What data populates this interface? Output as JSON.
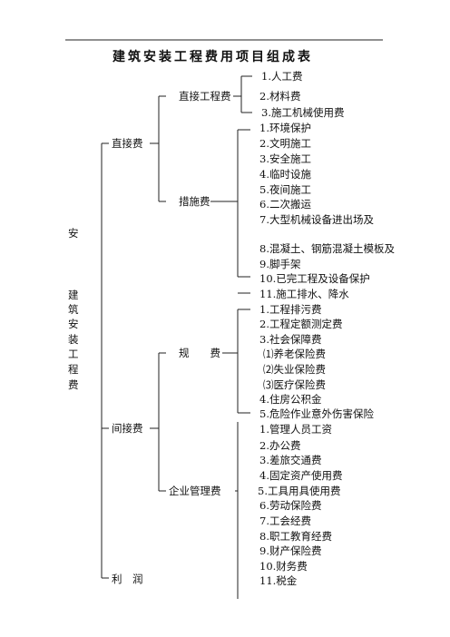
{
  "title": "建筑安装工程费用项目组成表",
  "root": {
    "top_char": "安",
    "chars": [
      "建",
      "筑",
      "安",
      "装",
      "工",
      "程",
      "费"
    ]
  },
  "level1": {
    "direct": "直接费",
    "indirect": "间接费",
    "profit": "利　润"
  },
  "level2": {
    "direct_engineering": "直接工程费",
    "measures": "措施费",
    "fees": "规　　费",
    "management": "企业管理费"
  },
  "direct_engineering_items": [
    "1.人工费",
    "2.材料费",
    "3.施工机械使用费"
  ],
  "measures_items": [
    "1.环境保护",
    "2.文明施工",
    "3.安全施工",
    "4.临时设施",
    "5.夜间施工",
    "6.二次搬运",
    "7.大型机械设备进出场及",
    "8.混凝土、钢筋混凝土模板及",
    "9.脚手架",
    "10.已完工程及设备保护",
    "11.施工排水、降水"
  ],
  "fees_items": [
    "1.工程排污费",
    "2.工程定额测定费",
    "3.社会保障费",
    "⑴养老保险费",
    "⑵失业保险费",
    "⑶医疗保险费",
    "4.住房公积金",
    "5.危险作业意外伤害保险"
  ],
  "management_items": [
    "1.管理人员工资",
    "2.办公费",
    "3.差旅交通费",
    "4.固定资产使用费",
    "5.工具用具使用费",
    "6.劳动保险费",
    "7.工会经费",
    "8.职工教育经费",
    "9.财产保险费",
    "10.财务费",
    "11.税金"
  ]
}
